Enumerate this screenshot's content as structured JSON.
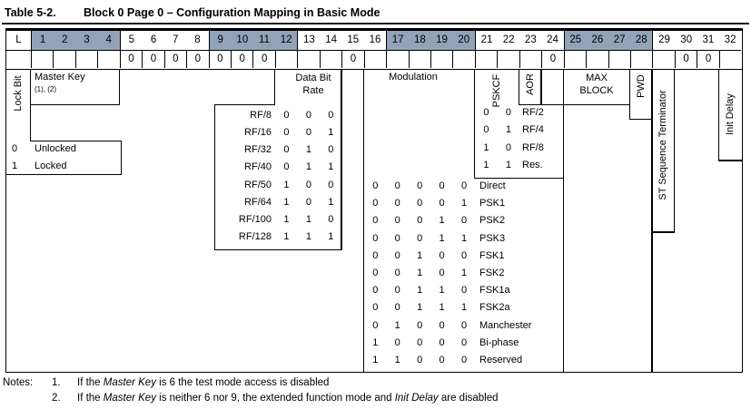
{
  "title": {
    "label": "Table 5-2.",
    "text": "Block 0 Page 0 – Configuration Mapping in Basic Mode"
  },
  "header": {
    "lock_col": "L",
    "groups": [
      {
        "bits": [
          "1",
          "2",
          "3",
          "4"
        ],
        "shaded": true
      },
      {
        "bits": [
          "5",
          "6",
          "7",
          "8"
        ],
        "shaded": false
      },
      {
        "bits": [
          "9",
          "10",
          "11",
          "12"
        ],
        "shaded": true
      },
      {
        "bits": [
          "13",
          "14",
          "15",
          "16"
        ],
        "shaded": false
      },
      {
        "bits": [
          "17",
          "18",
          "19",
          "20"
        ],
        "shaded": true
      },
      {
        "bits": [
          "21",
          "22",
          "23",
          "24"
        ],
        "shaded": false
      },
      {
        "bits": [
          "25",
          "26",
          "27",
          "28"
        ],
        "shaded": true
      },
      {
        "bits": [
          "29",
          "30",
          "31",
          "32"
        ],
        "shaded": false
      }
    ],
    "values": [
      "",
      "",
      "",
      "",
      "",
      "0",
      "0",
      "0",
      "0",
      "0",
      "0",
      "0",
      "",
      "",
      "",
      "0",
      "",
      "",
      "",
      "",
      "",
      "",
      "",
      "",
      "0",
      "",
      "",
      "",
      "",
      "",
      "0",
      "0",
      ""
    ]
  },
  "lock_bit": {
    "label": "Lock Bit",
    "rows": [
      {
        "bit": "0",
        "meaning": "Unlocked"
      },
      {
        "bit": "1",
        "meaning": "Locked"
      }
    ]
  },
  "master_key": {
    "label": "Master Key",
    "note_ref": "(1), (2)"
  },
  "data_bit_rate": {
    "label_line1": "Data Bit",
    "label_line2": "Rate",
    "bit_positions": [
      12,
      13,
      14
    ],
    "rows": [
      {
        "name": "RF/8",
        "bits": [
          "0",
          "0",
          "0"
        ]
      },
      {
        "name": "RF/16",
        "bits": [
          "0",
          "0",
          "1"
        ]
      },
      {
        "name": "RF/32",
        "bits": [
          "0",
          "1",
          "0"
        ]
      },
      {
        "name": "RF/40",
        "bits": [
          "0",
          "1",
          "1"
        ]
      },
      {
        "name": "RF/50",
        "bits": [
          "1",
          "0",
          "0"
        ]
      },
      {
        "name": "RF/64",
        "bits": [
          "1",
          "0",
          "1"
        ]
      },
      {
        "name": "RF/100",
        "bits": [
          "1",
          "1",
          "0"
        ]
      },
      {
        "name": "RF/128",
        "bits": [
          "1",
          "1",
          "1"
        ]
      }
    ]
  },
  "modulation": {
    "label": "Modulation",
    "bit_positions": [
      16,
      17,
      18,
      19,
      20
    ],
    "rows": [
      {
        "bits": [
          "0",
          "0",
          "0",
          "0",
          "0"
        ],
        "name": "Direct"
      },
      {
        "bits": [
          "0",
          "0",
          "0",
          "0",
          "1"
        ],
        "name": "PSK1"
      },
      {
        "bits": [
          "0",
          "0",
          "0",
          "1",
          "0"
        ],
        "name": "PSK2"
      },
      {
        "bits": [
          "0",
          "0",
          "0",
          "1",
          "1"
        ],
        "name": "PSK3"
      },
      {
        "bits": [
          "0",
          "0",
          "1",
          "0",
          "0"
        ],
        "name": "FSK1"
      },
      {
        "bits": [
          "0",
          "0",
          "1",
          "0",
          "1"
        ],
        "name": "FSK2"
      },
      {
        "bits": [
          "0",
          "0",
          "1",
          "1",
          "0"
        ],
        "name": "FSK1a"
      },
      {
        "bits": [
          "0",
          "0",
          "1",
          "1",
          "1"
        ],
        "name": "FSK2a"
      },
      {
        "bits": [
          "0",
          "1",
          "0",
          "0",
          "0"
        ],
        "name": "Manchester"
      },
      {
        "bits": [
          "1",
          "0",
          "0",
          "0",
          "0"
        ],
        "name": "Bi-phase"
      },
      {
        "bits": [
          "1",
          "1",
          "0",
          "0",
          "0"
        ],
        "name": "Reserved"
      }
    ]
  },
  "pskcf": {
    "label": "PSKCF",
    "bit_positions": [
      21,
      22
    ],
    "rows": [
      {
        "bits": [
          "0",
          "0"
        ],
        "name": "RF/2"
      },
      {
        "bits": [
          "0",
          "1"
        ],
        "name": "RF/4"
      },
      {
        "bits": [
          "1",
          "0"
        ],
        "name": "RF/8"
      },
      {
        "bits": [
          "1",
          "1"
        ],
        "name": "Res."
      }
    ]
  },
  "aor": {
    "label": "AOR"
  },
  "max_block": {
    "label_line1": "MAX",
    "label_line2": "BLOCK"
  },
  "pwd": {
    "label": "PWD"
  },
  "st_sequence_terminator": {
    "label": "ST Sequence Terminator"
  },
  "init_delay": {
    "label": "Init Delay"
  },
  "notes": {
    "label": "Notes:",
    "items": [
      {
        "num": "1.",
        "parts": [
          {
            "text": "If the ",
            "italic": false
          },
          {
            "text": "Master Key",
            "italic": true
          },
          {
            "text": " is 6 the test mode access is disabled",
            "italic": false
          }
        ]
      },
      {
        "num": "2.",
        "parts": [
          {
            "text": "If the ",
            "italic": false
          },
          {
            "text": "Master Key",
            "italic": true
          },
          {
            "text": " is neither 6 nor 9, the extended function mode and ",
            "italic": false
          },
          {
            "text": "Init Delay",
            "italic": true
          },
          {
            "text": " are disabled",
            "italic": false
          }
        ]
      }
    ]
  },
  "colors": {
    "header_shade": "#91a2b9",
    "border": "#000000"
  }
}
